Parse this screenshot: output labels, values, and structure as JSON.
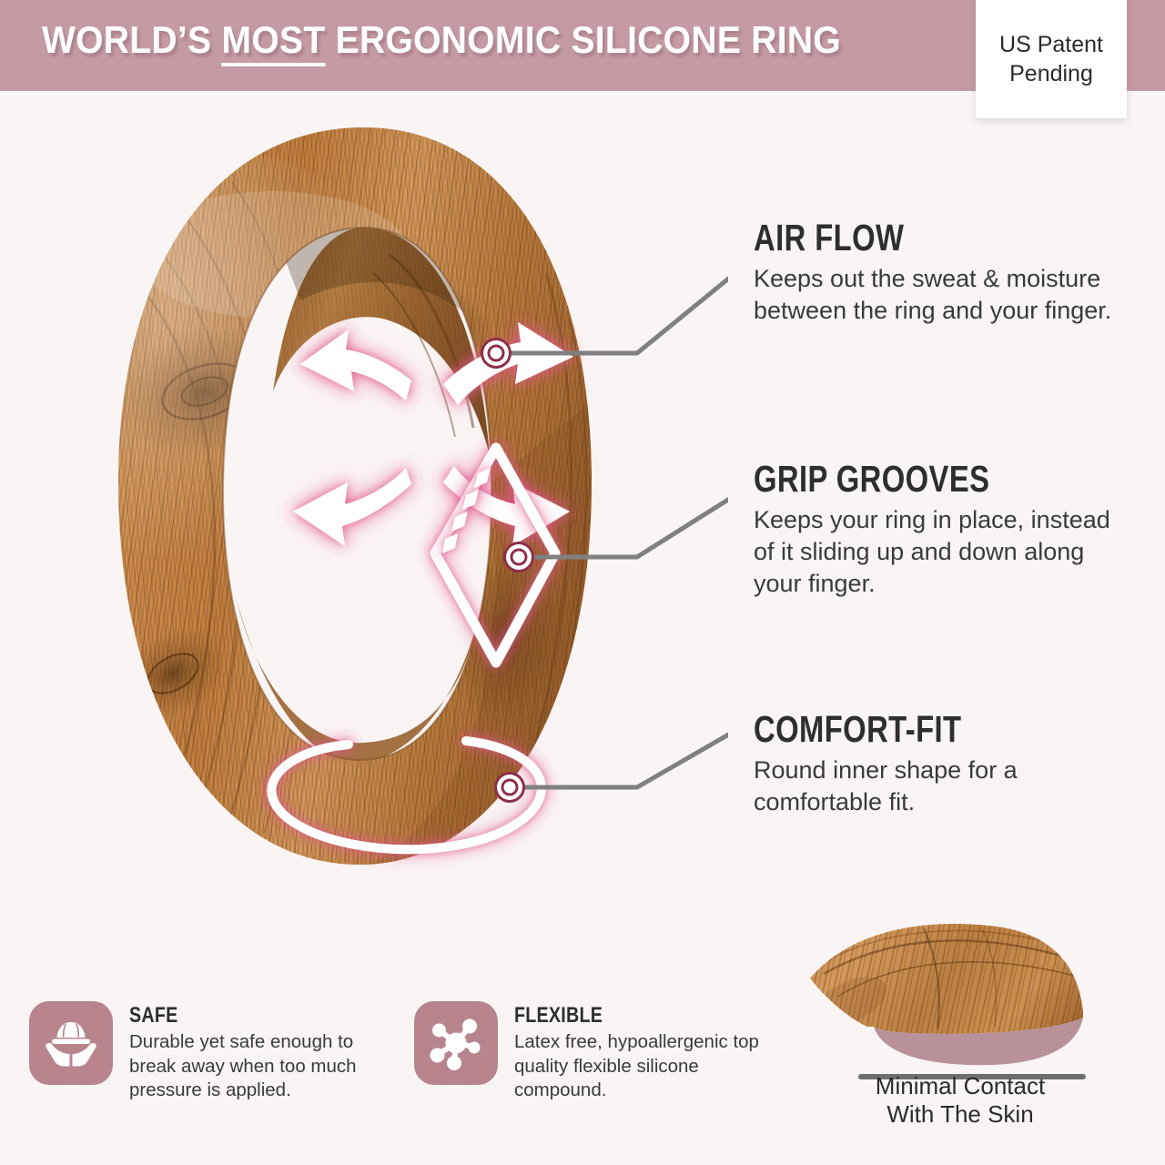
{
  "header": {
    "title_part1": "WORLD’S ",
    "title_underlined": "MOST",
    "title_part2": " ERGONOMIC SILICONE RING",
    "patent_line1": "US Patent",
    "patent_line2": "Pending",
    "banner_color": "#c49aa4"
  },
  "features": [
    {
      "key": "air-flow",
      "title": "AIR FLOW",
      "body": "Keeps out the sweat & moisture between the ring and your finger."
    },
    {
      "key": "grip-grooves",
      "title": "GRIP GROOVES",
      "body": "Keeps your ring in place, instead of  it sliding up and down along your finger."
    },
    {
      "key": "comfort-fit",
      "title": "COMFORT-FIT",
      "body": "Round inner shape for a comfortable fit."
    }
  ],
  "badges": [
    {
      "key": "safe",
      "icon": "hard-hat-in-hands-icon",
      "title": "SAFE",
      "body": "Durable yet safe enough to break away when too much pressure is applied."
    },
    {
      "key": "flexible",
      "icon": "molecule-icon",
      "title": "FLEXIBLE",
      "body": "Latex free, hypoallergenic top quality flexible silicone compound."
    }
  ],
  "cross_section": {
    "caption_line1": "Minimal Contact",
    "caption_line2": "With The Skin",
    "skin_color": "#b8919b",
    "baseline_color": "#6e6e6e"
  },
  "colors": {
    "background": "#faf5f5",
    "accent_mauve": "#b8858f",
    "banner": "#c49aa4",
    "heading_dark": "#2e2e2e",
    "leader_line": "#808080",
    "arrow_glow": "#e26a8d",
    "wood_light": "#d7a濃"
  }
}
